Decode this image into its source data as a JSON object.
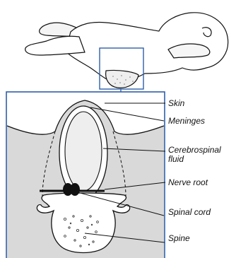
{
  "diagram": {
    "labels": {
      "skin": "Skin",
      "meninges": "Meninges",
      "csf_line1": "Cerebrospinal",
      "csf_line2": "fluid",
      "nerve_root": "Nerve root",
      "spinal_cord": "Spinal cord",
      "spine": "Spine"
    },
    "colors": {
      "frame": "#2f5fa8",
      "outline": "#111111",
      "tissue_fill": "#d9d9d9",
      "fluid_fill": "#eeeeee",
      "background": "#ffffff"
    }
  }
}
